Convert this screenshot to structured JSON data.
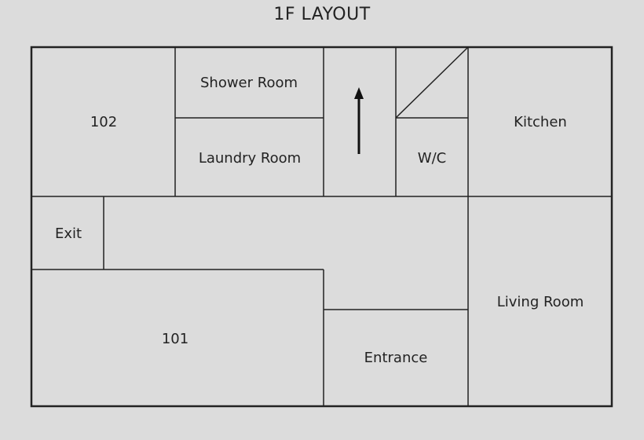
{
  "title": "1F LAYOUT",
  "colors": {
    "background": "#dcdcdc",
    "lines": "#222222",
    "text": "#222222"
  },
  "rooms": {
    "room_102": "102",
    "shower_room": "Shower Room",
    "laundry_room": "Laundry Room",
    "wc": "W/C",
    "kitchen": "Kitchen",
    "exit": "Exit",
    "room_101": "101",
    "living_room": "Living Room",
    "entrance": "Entrance"
  },
  "icons": {
    "stairs": "up-arrow-icon",
    "stair_diagonal": "diagonal-line"
  }
}
